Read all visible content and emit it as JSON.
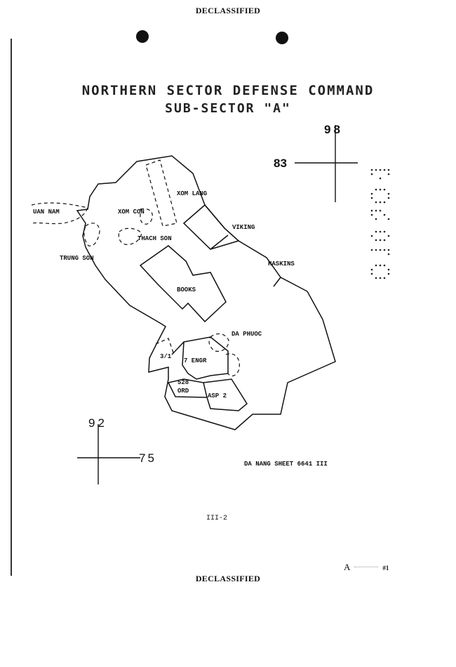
{
  "header": {
    "top_marking": "DECLASSIFIED",
    "bottom_marking": "DECLASSIFIED"
  },
  "title": {
    "line1": "NORTHERN SECTOR DEFENSE COMMAND",
    "line2": "SUB-SECTOR \"A\""
  },
  "grid": {
    "top_easting": "98",
    "top_northing": "83",
    "bottom_easting": "92",
    "bottom_northing": "75"
  },
  "map_labels": {
    "xom_lang": "XOM LANG",
    "uan_nam": "UAN NAM",
    "xom_con": "XOM CON",
    "viking": "VIKING",
    "thach_son": "THACH SON",
    "trung_son": "TRUNG SON",
    "haskins": "HASKINS",
    "books": "BOOKS",
    "da_phuoc": "DA PHUOC",
    "unit_3_1": "3/1",
    "seven_engr": "7 ENGR",
    "unit_528": "528",
    "ord": "ORD",
    "asp_2": "ASP 2"
  },
  "sheet_ref": "DA NANG SHEET 6641 III",
  "page_number": "III-2",
  "annex_mark": "A",
  "annex_tail": "#1"
}
